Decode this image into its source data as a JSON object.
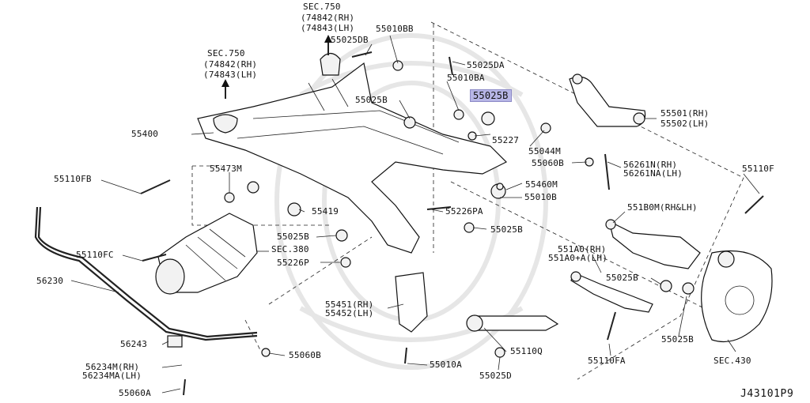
{
  "diagram_code": "J43101P9",
  "highlight_color": "#b7b6e6",
  "labels": {
    "sec750_top": "SEC.750",
    "sec750_top_rh": "(74842(RH)",
    "sec750_top_lh": "(74843(LH)",
    "sec750_left": "SEC.750",
    "sec750_left_rh": "(74842(RH)",
    "sec750_left_lh": "(74843(LH)",
    "p55010bb": "55010BB",
    "p55025db": "55025DB",
    "p55025da": "55025DA",
    "p55010ba": "55010BA",
    "p55025b_hl": "55025B",
    "p55025b_a": "55025B",
    "p55227": "55227",
    "p55501": "55501(RH)",
    "p55502": "55502(LH)",
    "p55044m": "55044M",
    "p55060b": "55060B",
    "p56261n": "56261N(RH)",
    "p56261na": "56261NA(LH)",
    "p55400": "55400",
    "p55473m": "55473M",
    "p55110fb": "55110FB",
    "p55460m": "55460M",
    "p55010b": "55010B",
    "p55110f": "55110F",
    "p55419": "55419",
    "p55226pa": "55226PA",
    "p551b0m": "551B0M(RH&LH)",
    "p55025b_b": "55025B",
    "p55025b_c": "55025B",
    "sec380": "SEC.380",
    "p55110fc": "55110FC",
    "p55226p": "55226P",
    "p551a0": "551A0(RH)",
    "p551a0a": "551A0+A(LH)",
    "p56230": "56230",
    "p55025b_d": "55025B",
    "p55451": "55451(RH)",
    "p55452": "55452(LH)",
    "p55025b_e": "55025B",
    "p56243": "56243",
    "p55060b_b": "55060B",
    "p55110q": "55110Q",
    "p56234m": "56234M(RH)",
    "p56234ma": "56234MA(LH)",
    "p55010a": "55010A",
    "p55025d": "55025D",
    "p55110fa": "55110FA",
    "sec430": "SEC.430",
    "p55060a": "55060A"
  }
}
